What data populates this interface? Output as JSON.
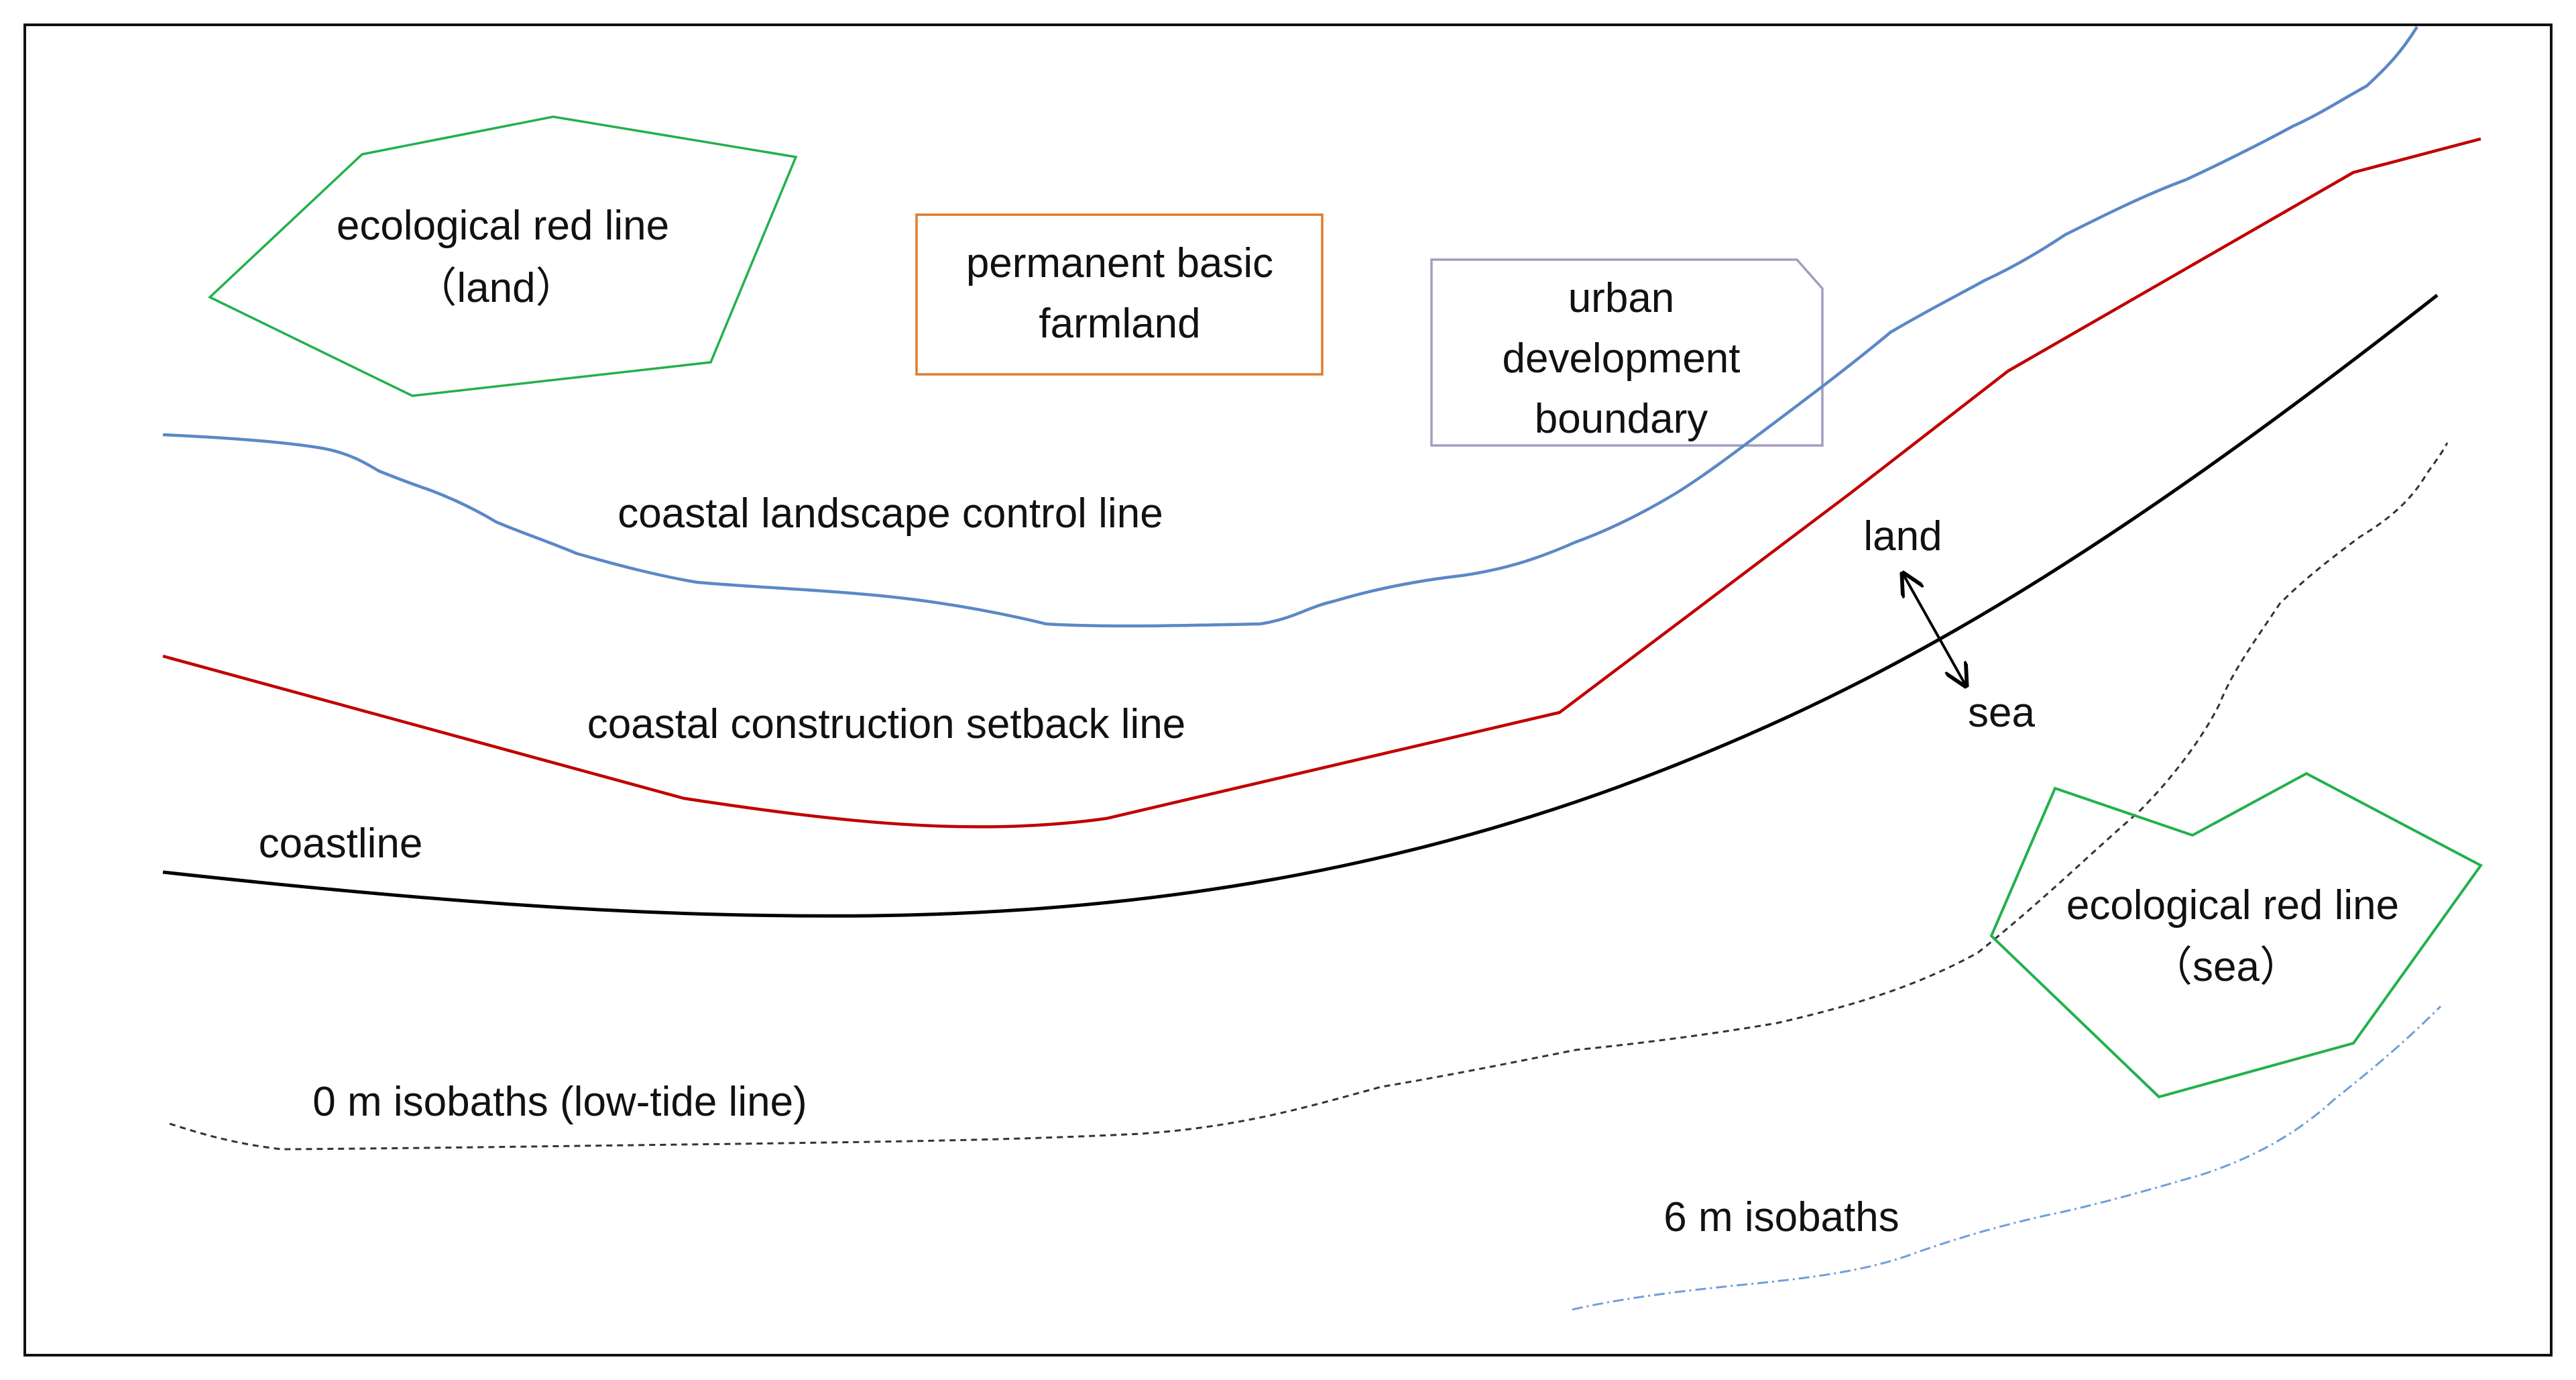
{
  "colors": {
    "frame": "#111111",
    "green": "#22b14c",
    "orange": "#e07b2a",
    "purple": "#a49bc2",
    "blue": "#5b88c6",
    "red": "#c00000",
    "black": "#000000",
    "dashed": "#333333",
    "light_blue": "#6f9fd8"
  },
  "labels": {
    "eco_land_line1": "ecological red line",
    "eco_land_line2": "（land）",
    "farmland_line1": "permanent basic",
    "farmland_line2": "farmland",
    "urban_line1": "urban",
    "urban_line2": "development",
    "urban_line3": "boundary",
    "landscape": "coastal landscape control line",
    "setback": "coastal construction setback line",
    "coastline": "coastline",
    "land": "land",
    "sea": "sea",
    "eco_sea_line1": "ecological red line",
    "eco_sea_line2": "（sea）",
    "isobath_0": "0 m isobaths (low-tide line)",
    "isobath_6": "6 m isobaths"
  }
}
